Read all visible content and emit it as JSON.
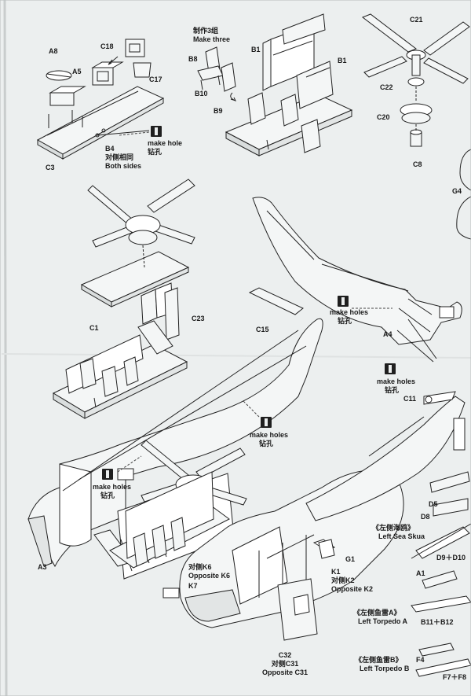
{
  "labels": {
    "a8": "A8",
    "a5": "A5",
    "c18": "C18",
    "c17": "C17",
    "c3": "C3",
    "b4": "B4",
    "b4_cn": "对侧相同",
    "b4_en": "Both sides",
    "make_hole": "make hole",
    "make_hole_cn": "钻孔",
    "make_three_cn": "制作3组",
    "make_three_en": "Make three",
    "b8": "B8",
    "b10": "B10",
    "b9": "B9",
    "b1a": "B1",
    "b1b": "B1",
    "c21": "C21",
    "c22": "C22",
    "c20": "C20",
    "c8": "C8",
    "g4": "G4",
    "c1": "C1",
    "c23": "C23",
    "c15": "C15",
    "make_holes_1": "make holes",
    "make_holes_1_cn": "钻孔",
    "a4": "A4",
    "make_holes_2": "make holes",
    "make_holes_2_cn": "钻孔",
    "make_holes_3": "make holes",
    "make_holes_3_cn": "钻孔",
    "c11": "C11",
    "make_holes_4": "make holes",
    "make_holes_4_cn": "钻孔",
    "a3": "A3",
    "g1": "G1",
    "k6_cn": "对侧K6",
    "k6_en": "Opposite K6",
    "k7": "K7",
    "k1": "K1",
    "k2_cn": "对侧K2",
    "k2_en": "Opposite K2",
    "d5": "D5",
    "d8": "D8",
    "sea_skua_cn": "《左侧海鸥》",
    "sea_skua_en": "Left Sea Skua",
    "d9_d10": "D9＋D10",
    "a1": "A1",
    "torp_a_cn": "《左侧鱼雷A》",
    "torp_a_en": "Left Torpedo A",
    "b11_b12": "B11＋B12",
    "torp_b_cn": "《左侧鱼雷B》",
    "torp_b_en": "Left Torpedo B",
    "f4": "F4",
    "f7_f8": "F7＋F8",
    "c32": "C32",
    "c31_cn": "对侧C31",
    "c31_en": "Opposite C31"
  }
}
